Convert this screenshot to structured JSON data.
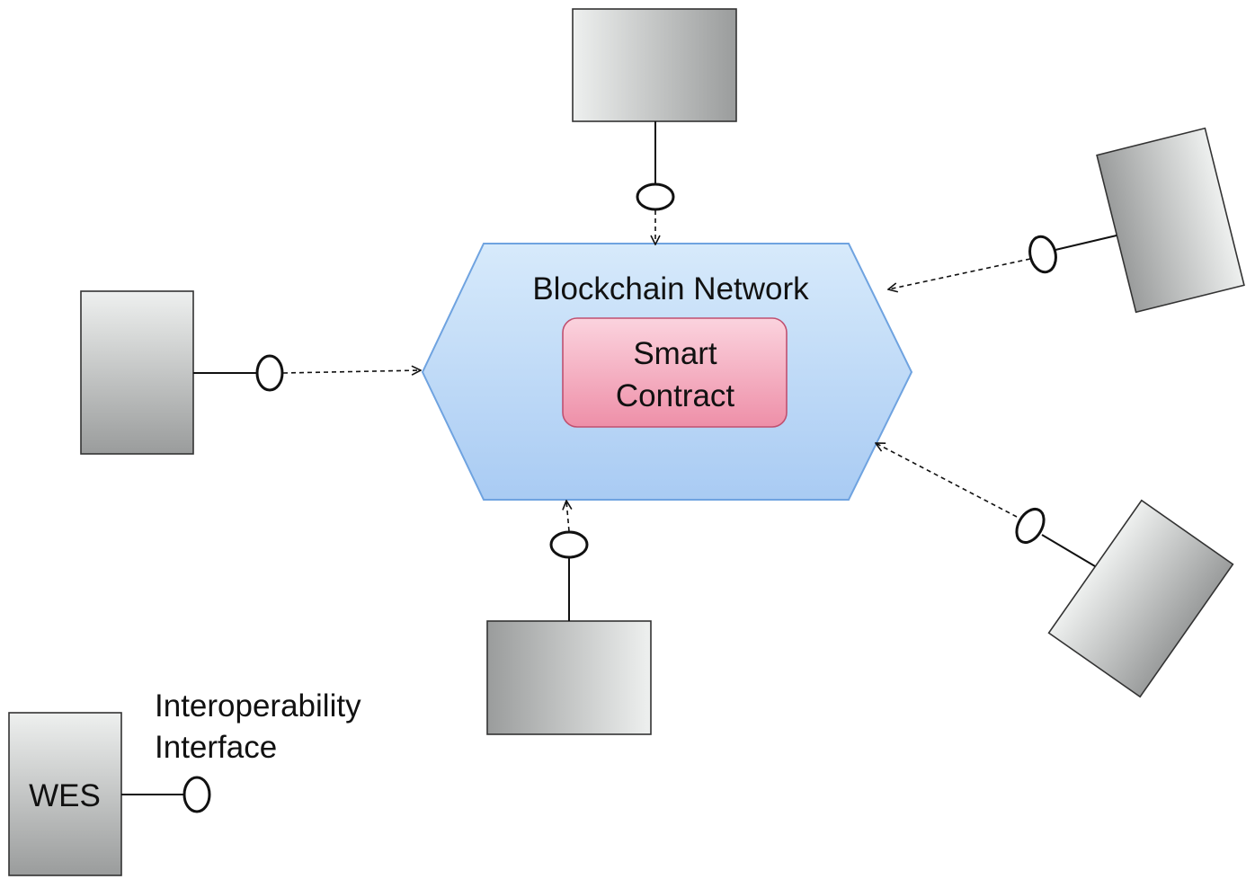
{
  "network": {
    "label": "Blockchain Network",
    "fill_top": "#d7eafb",
    "fill_bottom": "#a9cbf3",
    "stroke": "#6fa3e0"
  },
  "contract": {
    "line1": "Smart",
    "line2": "Contract",
    "fill_top": "#fbd3de",
    "fill_bottom": "#ee8fa8",
    "stroke": "#c05070"
  },
  "legend": {
    "node_label": "WES",
    "interface_line1": "Interoperability",
    "interface_line2": "Interface"
  },
  "node_colors": {
    "light": "#e8eceb",
    "dark": "#9a9c9c"
  }
}
